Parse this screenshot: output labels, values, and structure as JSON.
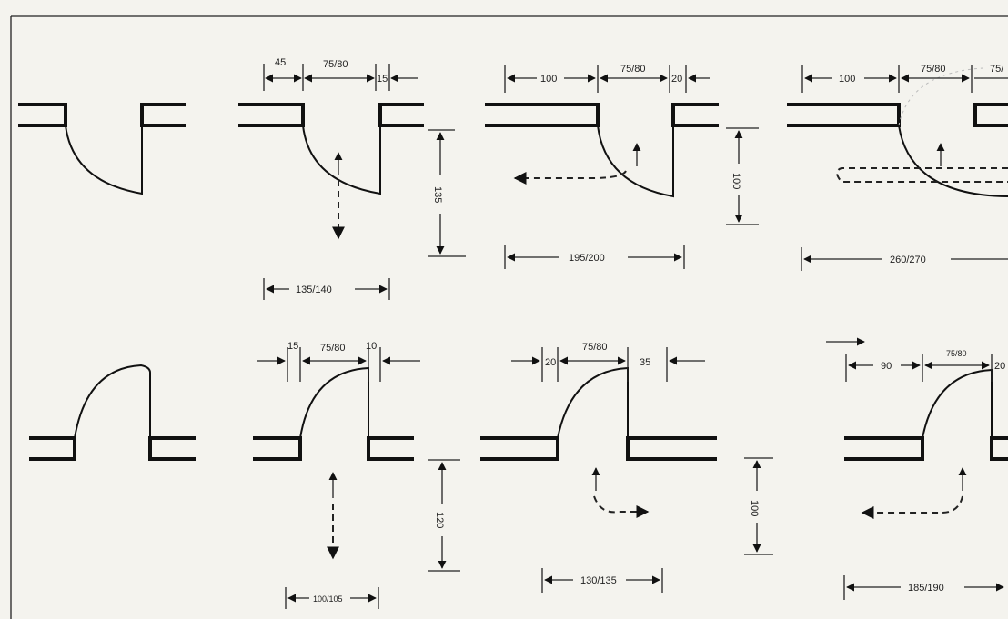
{
  "dimensions": {
    "d1": {
      "top_left": "45",
      "top_door": "75/80",
      "top_right": "15",
      "height": "135",
      "bottom": "135/140"
    },
    "d2": {
      "top_left": "100",
      "top_door": "75/80",
      "top_right": "20",
      "height": "100",
      "bottom": "195/200"
    },
    "d3": {
      "top_left": "100",
      "top_door": "75/80",
      "top_right": "75/",
      "bottom": "260/270"
    },
    "d4": {
      "top_left": "15",
      "top_door": "75/80",
      "top_right": "10",
      "height": "120",
      "bottom": "100/105"
    },
    "d5": {
      "top_left": "20",
      "top_door": "75/80",
      "top_right": "35",
      "height": "100",
      "bottom": "130/135"
    },
    "d6": {
      "top_left": "90",
      "top_door": "75/80",
      "top_right": "20",
      "bottom": "185/190"
    }
  }
}
